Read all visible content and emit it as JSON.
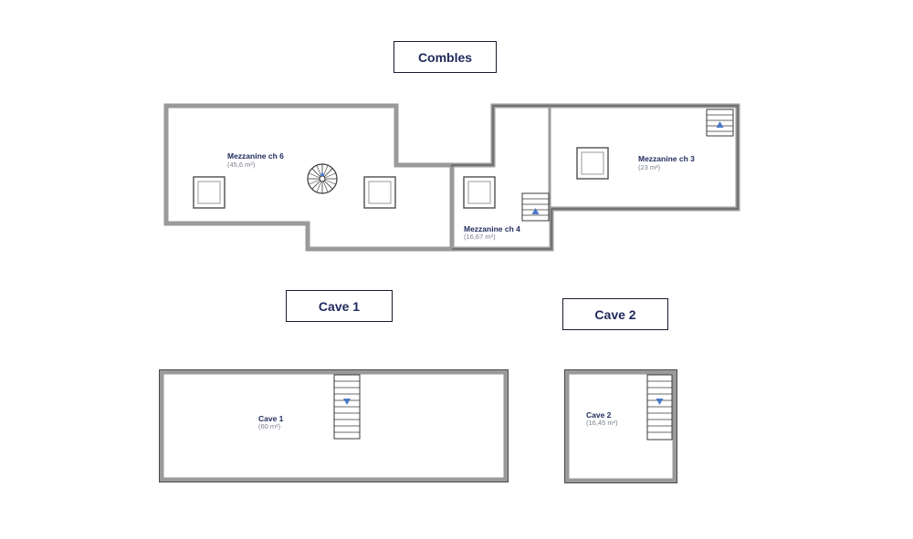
{
  "sections": {
    "combles": "Combles",
    "cave1": "Cave 1",
    "cave2": "Cave 2"
  },
  "rooms": {
    "mezzanine_ch6": {
      "name": "Mezzanine ch 6",
      "area": "(45,6 m²)"
    },
    "mezzanine_ch4": {
      "name": "Mezzanine ch 4",
      "area": "(16,67 m²)"
    },
    "mezzanine_ch3": {
      "name": "Mezzanine ch 3",
      "area": "(23 m²)"
    },
    "cave1": {
      "name": "Cave 1",
      "area": "(60 m²)"
    },
    "cave2": {
      "name": "Cave 2",
      "area": "(16,45 m²)"
    }
  },
  "colors": {
    "wall": "#9a9a9a",
    "wall_outline": "#4a4a4a",
    "label": "#1f2a5c",
    "stair_arrow": "#4a78c8"
  }
}
